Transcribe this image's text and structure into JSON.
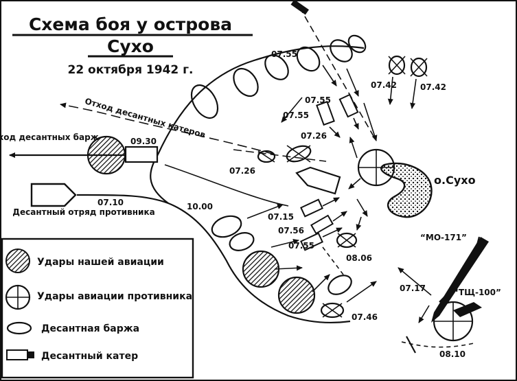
{
  "title_line1": "Схема боя у острова",
  "title_line2": "Сухо",
  "date": "22 октября 1942 г.",
  "labels": {
    "withdraw_boats": "Отход десантных катеров",
    "withdraw_barges": "Отход десантных барж",
    "enemy_force": "Десантный отряд противника",
    "island": "о.Сухо",
    "mo171": "“МО-171”",
    "tsch100": "“ТЩ-100”"
  },
  "times": {
    "t0930": "09.30",
    "t0710": "07.10",
    "t1000": "10.00",
    "t0755a": "07.55",
    "t0755b": "07.55",
    "t0755c": "07.55",
    "t0742a": "07.42",
    "t0742b": "07.42",
    "t0726a": "07.26",
    "t0726b": "07.26",
    "t0715": "07.15",
    "t0756": "07.56",
    "t0755d": "07.55",
    "t0806": "08.06",
    "t0746": "07.46",
    "t0717": "07.17",
    "t0810": "08.10"
  },
  "legend": {
    "our_air": "Удары нашей авиации",
    "enemy_air": "Удары авиации противника",
    "barge": "Десантная баржа",
    "boat": "Десантный катер"
  },
  "colors": {
    "ink": "#111111",
    "paper": "#ffffff"
  }
}
